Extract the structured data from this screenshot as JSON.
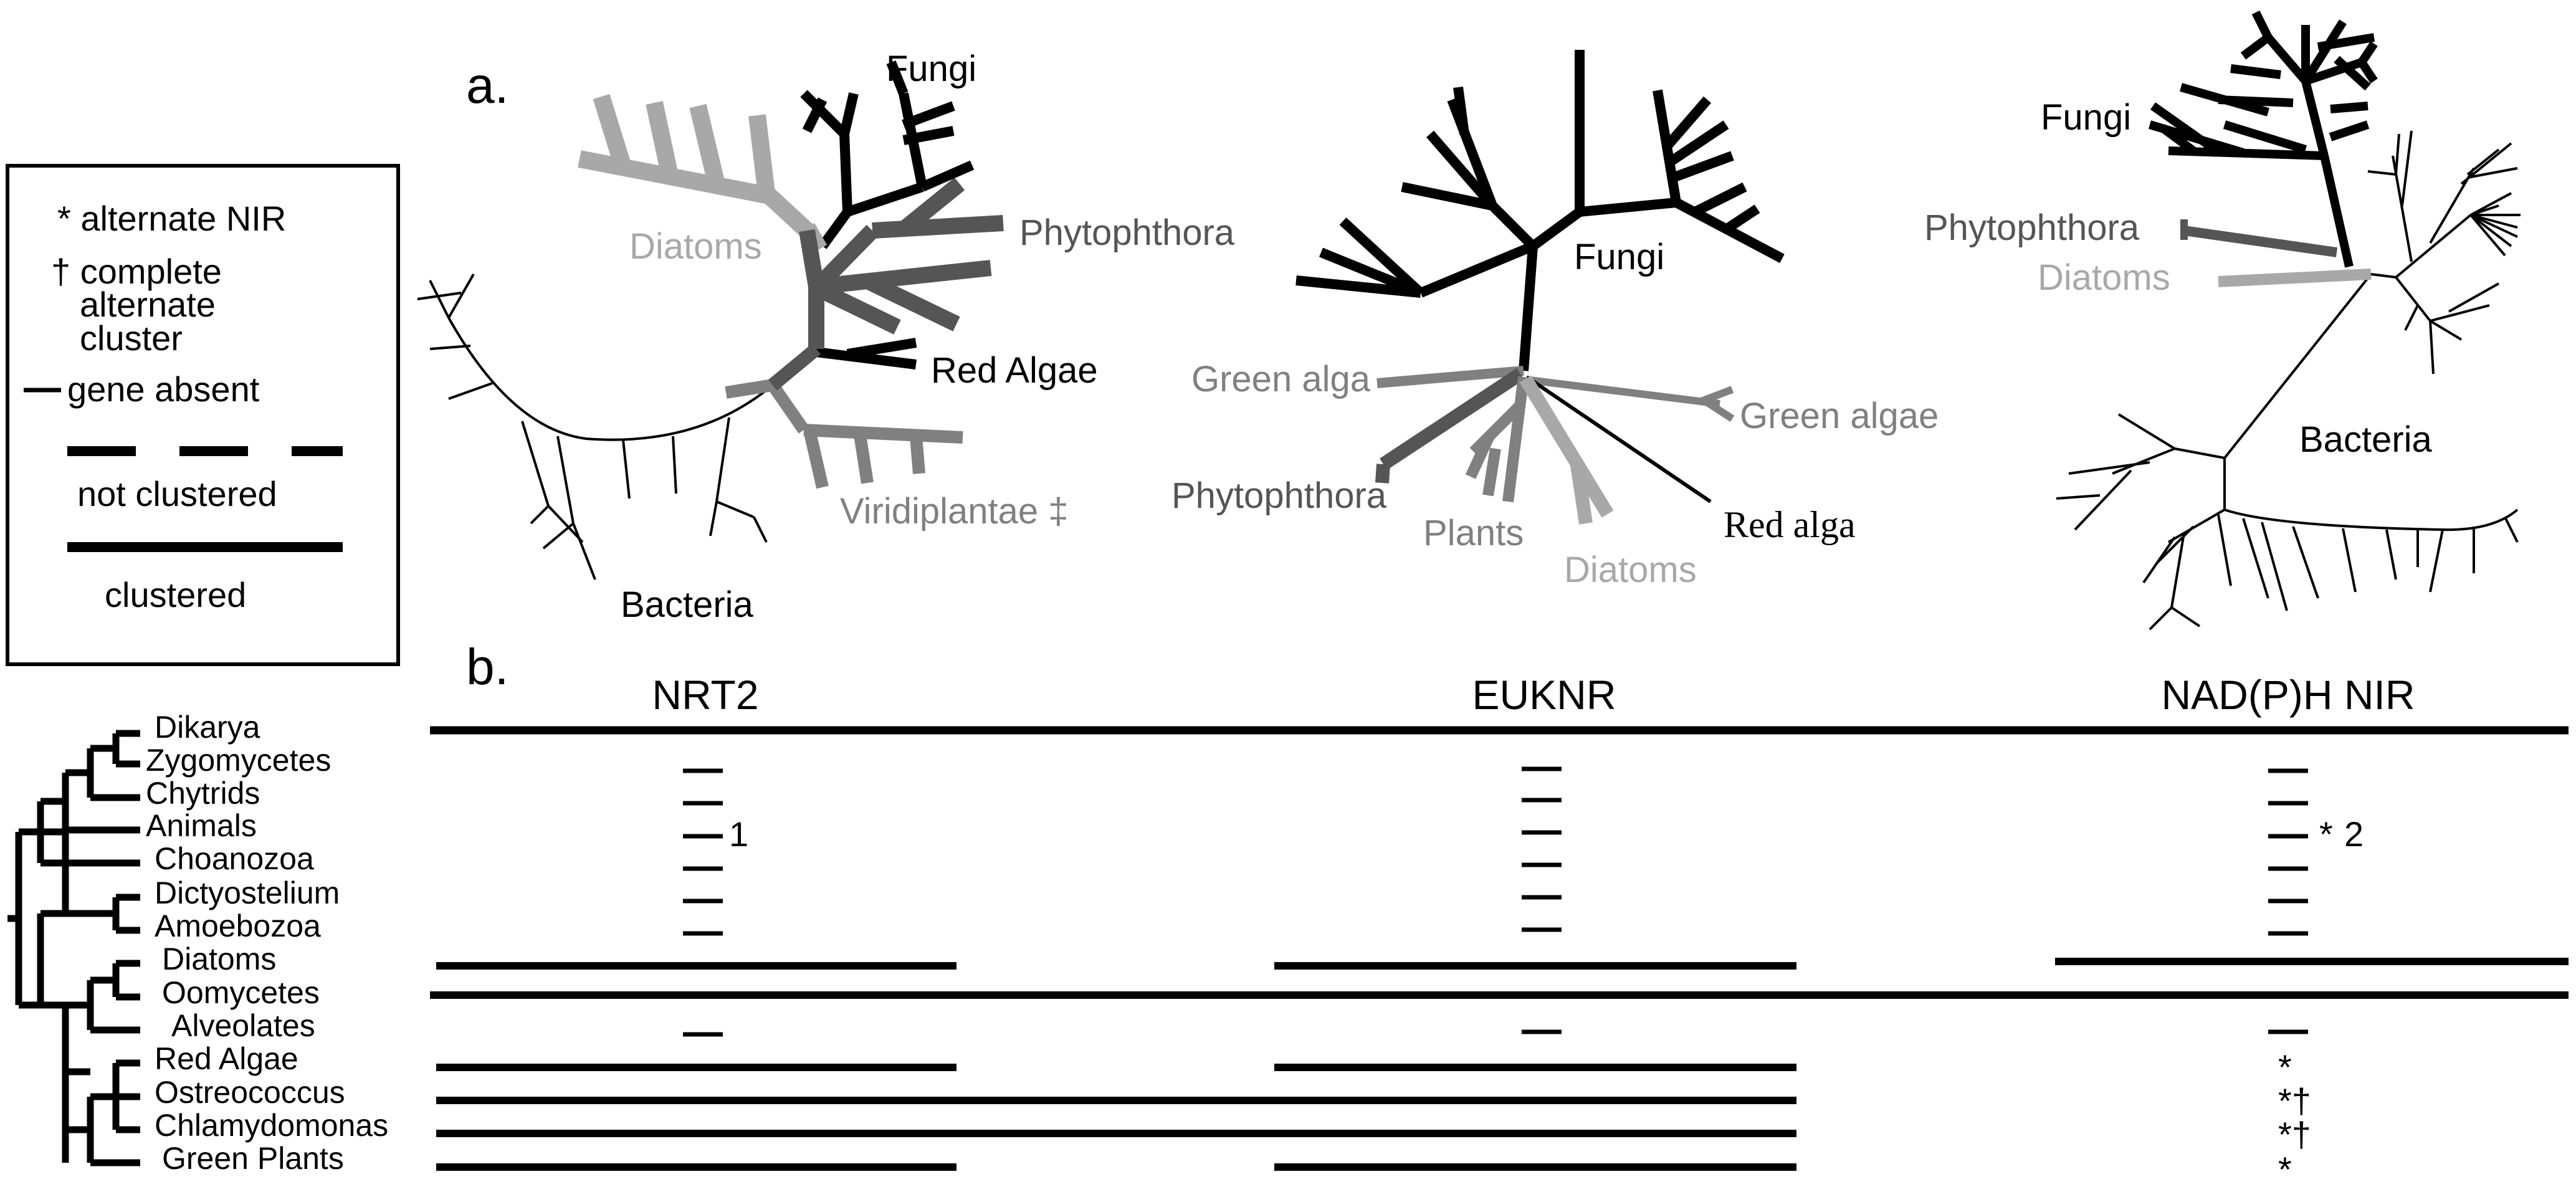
{
  "panels": {
    "a": "a.",
    "b": "b."
  },
  "legend": {
    "alternate_nir": "* alternate NIR",
    "complete_line1": "† complete",
    "complete_line2": "alternate",
    "complete_line3": "cluster",
    "gene_absent": "gene absent",
    "not_clustered": "not clustered",
    "clustered": "clustered"
  },
  "trees": {
    "nrt2": {
      "fungi": "Fungi",
      "phytophthora": "Phytophthora",
      "diatoms": "Diatoms",
      "red_algae": "Red Algae",
      "viridiplantae": "Viridiplantae ‡",
      "bacteria": "Bacteria"
    },
    "euknr": {
      "fungi": "Fungi",
      "green_alga": "Green alga",
      "green_algae": "Green algae",
      "phytophthora": "Phytophthora",
      "plants": "Plants",
      "red_alga": "Red alga",
      "diatoms": "Diatoms"
    },
    "nir": {
      "fungi": "Fungi",
      "phytophthora": "Phytophthora",
      "diatoms": "Diatoms",
      "bacteria": "Bacteria"
    }
  },
  "columns": {
    "nrt2": "NRT2",
    "euknr": "EUKNR",
    "nir": "NAD(P)H NIR"
  },
  "taxa": [
    "Dikarya",
    "Zygomycetes",
    "Chytrids",
    "Animals",
    "Choanozoa",
    "Dictyostelium",
    "Amoebozoa",
    "Diatoms",
    "Oomycetes",
    "Alveolates",
    "Red Algae",
    "Ostreococcus",
    "Chlamydomonas",
    "Green Plants"
  ],
  "notes": {
    "nrt2_animals": "1",
    "nir_animals": "2",
    "nir_red": "*",
    "nir_ostreo": "*†",
    "nir_chlamy": "*†",
    "nir_green": "*"
  },
  "colors": {
    "black": "#000000",
    "dark_gray": "#555555",
    "mid_gray": "#808080",
    "light_gray": "#a8a8a8"
  }
}
